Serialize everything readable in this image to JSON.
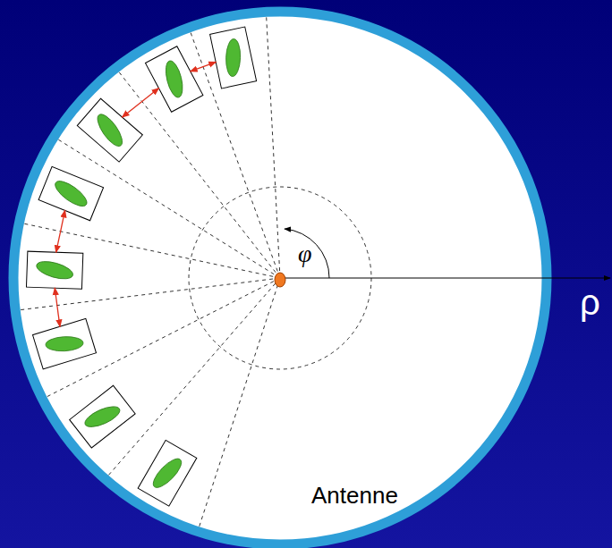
{
  "diagram": {
    "labels": [
      "φ",
      "ρ",
      "Antenne"
    ]
  }
}
